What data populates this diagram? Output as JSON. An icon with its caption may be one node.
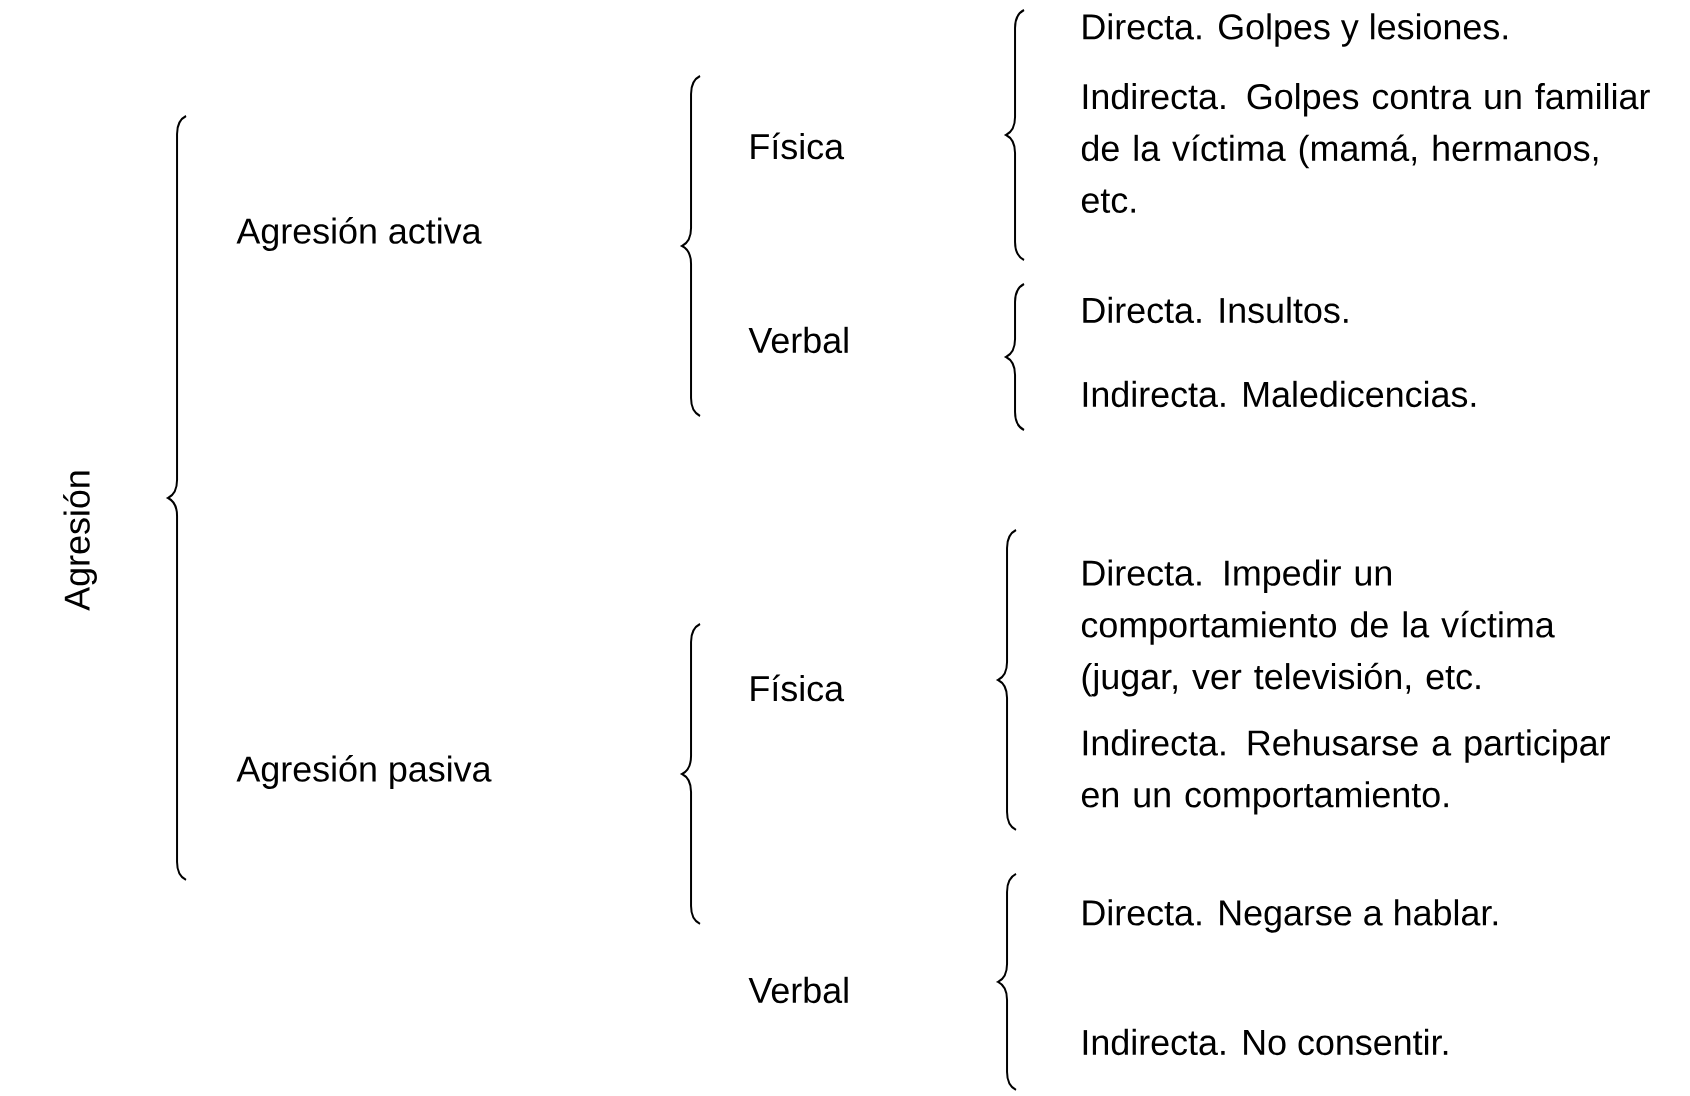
{
  "diagram": {
    "labels": [
      "Agresión",
      "Agresión activa",
      "Física",
      "Directa. Golpes y lesiones.",
      "Indirecta. Golpes contra un familiar de la víctima (mamá, hermanos, etc.",
      "Verbal",
      "Directa. Insultos.",
      "Indirecta. Maledicencias.",
      "Agresión pasiva",
      "Física",
      "Directa. Impedir un comportamiento de la víctima (jugar, ver televisión, etc.",
      "Indirecta. Rehusarse a participar en un comportamiento.",
      "Verbal",
      "Directa. Negarse a hablar.",
      "Indirecta. No consentir."
    ]
  }
}
